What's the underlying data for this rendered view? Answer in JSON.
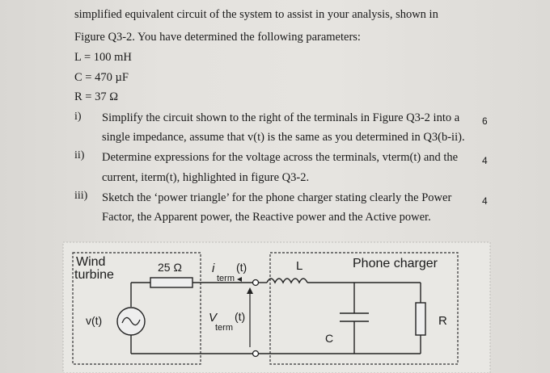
{
  "text": {
    "line1": "simplified equivalent circuit of the system to assist in your analysis, shown in",
    "line2": "Figure Q3-2. You have determined the following parameters:",
    "param_l": "L = 100 mH",
    "param_c": "C = 470 µF",
    "param_r": "R = 37 Ω"
  },
  "questions": [
    {
      "num": "i)",
      "line1": "Simplify the circuit shown to the right of the terminals in Figure Q3-2 into a",
      "line2": "single impedance, assume that v(t) is the same as you determined in Q3(b-ii).",
      "marks": "6"
    },
    {
      "num": "ii)",
      "line1": "Determine expressions for the voltage across the terminals, vterm(t) and the",
      "line2": "current, iterm(t), highlighted in figure Q3-2.",
      "marks": "4"
    },
    {
      "num": "iii)",
      "line1": "Sketch the ‘power triangle’ for the phone charger stating clearly the Power",
      "line2": "Factor, the Apparent power, the Reactive power and the Active power.",
      "marks": "4"
    }
  ],
  "figure": {
    "wind_label_1": "Wind",
    "wind_label_2": "turbine",
    "resistor_label": "25 Ω",
    "current_i": "i",
    "current_sub": "term",
    "current_t": "(t)",
    "source_label": "v(t)",
    "voltage_v": "V",
    "voltage_sub": "term",
    "voltage_t": "(t)",
    "inductor_label": "L",
    "capacitor_label": "C",
    "charger_label": "Phone charger",
    "load_label": "R"
  }
}
